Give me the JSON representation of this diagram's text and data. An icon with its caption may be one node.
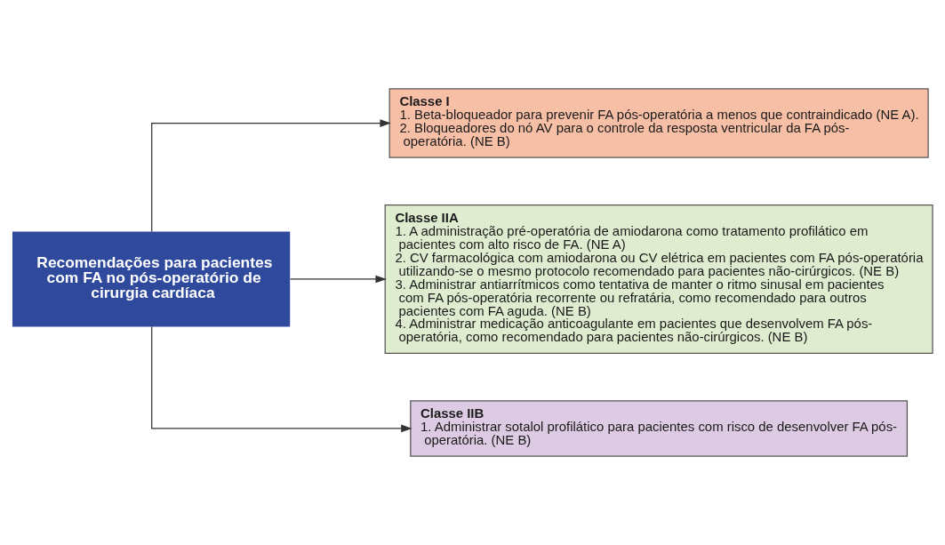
{
  "diagram": {
    "nodes": [
      {
        "text": [
          "Recomendações para pacientes com FA no pós-operatório de cirurgia cardíaca"
        ]
      },
      {
        "text": [
          "Classe I",
          "1. Beta-bloqueador para prevenir FA pós-operatória a menos que contraindicado (NE A).",
          "2. Bloqueadores do nó AV para o controle da resposta ventricular da FA pós-operatória. (NE B)"
        ]
      },
      {
        "text": [
          "Classe IIA",
          "1. A administração pré-operatória de amiodarona como tratamento profilático em pacientes com alto risco de FA. (NE A)",
          "2. CV farmacológica com amiodarona ou CV elétrica em pacientes com FA pós-operatória utilizando-se o mesmo protocolo recomendado para pacientes não-cirúrgicos. (NE B)",
          "3. Administrar antiarrítmicos como tentativa de manter o ritmo sinusal em pacientes com FA pós-operatória recorrente ou refratária, como recomendado para outros pacientes com FA aguda. (NE B)",
          "4. Administrar medicação anticoagulante em pacientes que desenvolvem FA pós-operatória, como recomendado para pacientes não-cirúrgicos. (NE B)"
        ]
      },
      {
        "text": [
          "Classe IIB",
          "1. Administrar sotalol profilático para pacientes com risco de desenvolver FA pós-operatória. (NE B)"
        ]
      }
    ],
    "edges": [
      {
        "from": 0,
        "to": 1,
        "arrow": "to"
      },
      {
        "from": 0,
        "to": 2,
        "arrow": "to"
      },
      {
        "from": 0,
        "to": 3,
        "arrow": "to"
      }
    ]
  }
}
